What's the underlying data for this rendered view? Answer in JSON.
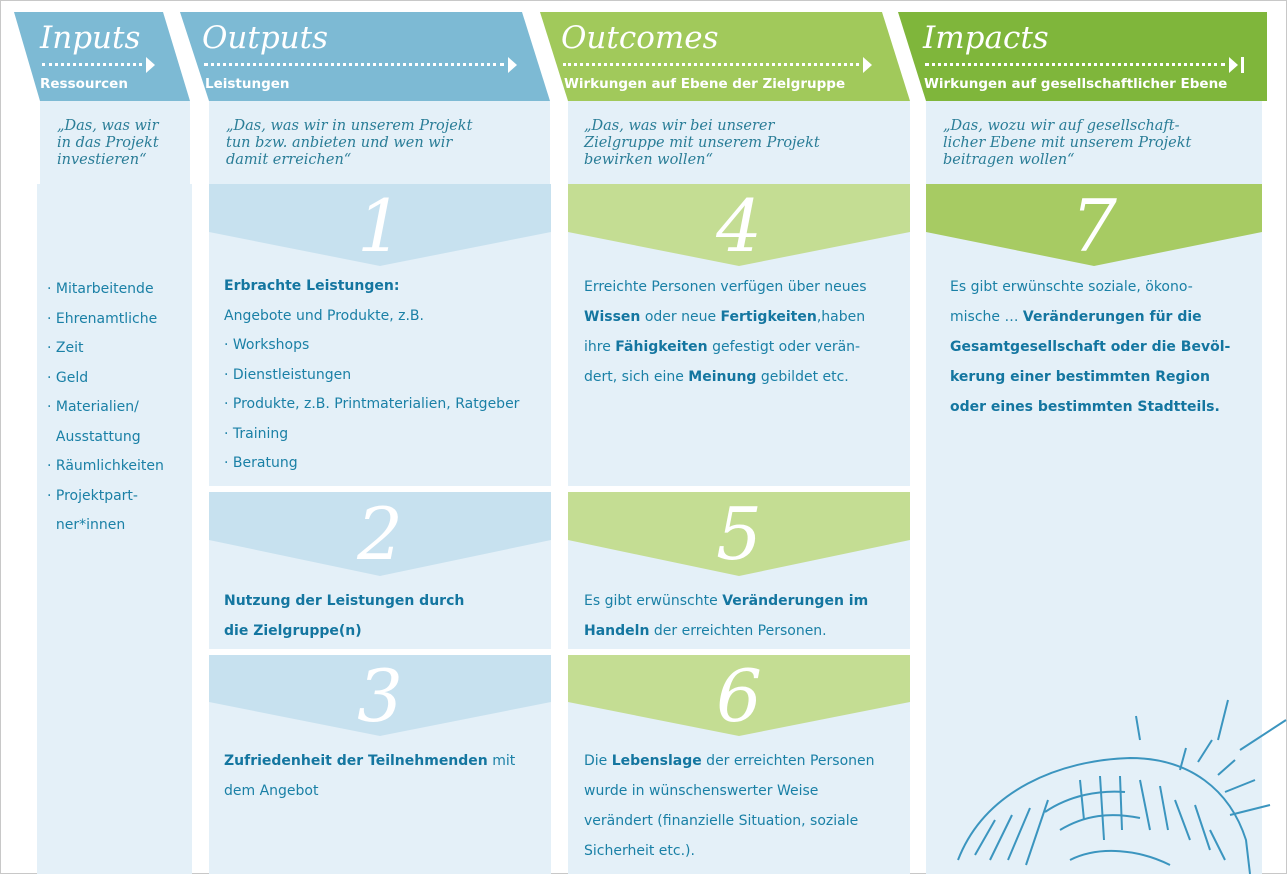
{
  "colors": {
    "blue_header": "#7dbad4",
    "blue_panel": "#e4f0f8",
    "blue_band": "#c7e1ef",
    "green_header1": "#a1c95b",
    "green_header2": "#7fb63b",
    "green_band": "#c4dd93",
    "text": "#1a80a6"
  },
  "columns": [
    {
      "title": "Inputs",
      "subtitle": "Ressourcen",
      "quote": [
        "„Das, was wir",
        "in das Projekt",
        "investieren“"
      ]
    },
    {
      "title": "Outputs",
      "subtitle": "Leistungen",
      "quote": [
        "„Das, was wir in unserem Projekt",
        "tun bzw. anbieten und wen wir",
        "damit erreichen“"
      ]
    },
    {
      "title": "Outcomes",
      "subtitle": "Wirkungen auf Ebene der Zielgruppe",
      "quote": [
        "„Das, was wir bei unserer",
        "Zielgruppe mit unserem Projekt",
        "bewirken wollen“"
      ]
    },
    {
      "title": "Impacts",
      "subtitle": "Wirkungen auf gesellschaftlicher Ebene",
      "quote": [
        "„Das, wozu wir auf gesellschaft-",
        "licher Ebene mit unserem Projekt",
        "beitragen wollen“"
      ]
    }
  ],
  "inputs_list": [
    "· Mitarbeitende",
    "· Ehrenamtliche",
    "· Zeit",
    "· Geld",
    "· Materialien/",
    "  Ausstattung",
    "· Räumlichkeiten",
    "· Projektpart-",
    "  ner*innen"
  ],
  "steps": {
    "s1": {
      "number": "1",
      "heading": "Erbrachte Leistungen:",
      "intro": "Angebote und Produkte, z.B.",
      "items": [
        "· Workshops",
        "· Dienstleistungen",
        "· Produkte, z.B. Printmaterialien, Ratgeber",
        "· Training",
        "· Beratung"
      ]
    },
    "s2": {
      "number": "2",
      "line1": "Nutzung der Leistungen durch",
      "line2": "die Zielgruppe(n)"
    },
    "s3": {
      "number": "3",
      "bold": "Zufriedenheit der Teilnehmenden",
      "rest": " mit",
      "line2": "dem Angebot"
    },
    "s4": {
      "number": "4",
      "l1": "Erreichte Personen verfügen über neues",
      "l2_b1": "Wissen",
      "l2_t1": " oder neue ",
      "l2_b2": "Fertigkeiten",
      "l2_t2": ",haben",
      "l3_t1": "ihre ",
      "l3_b1": "Fähigkeiten",
      "l3_t2": " gefestigt oder verän-",
      "l4_t1": "dert, sich eine ",
      "l4_b1": "Meinung",
      "l4_t2": " gebildet etc."
    },
    "s5": {
      "number": "5",
      "l1_t1": "Es gibt erwünschte ",
      "l1_b1": "Veränderungen im",
      "l2_b1": "Handeln",
      "l2_t1": " der erreichten Personen."
    },
    "s6": {
      "number": "6",
      "l1_t1": "Die ",
      "l1_b1": "Lebenslage",
      "l1_t2": " der erreichten Personen",
      "l2": "wurde in wünschenswerter Weise",
      "l3": "verändert (finanzielle Situation, soziale",
      "l4": "Sicherheit etc.)."
    },
    "s7": {
      "number": "7",
      "l1": "Es gibt erwünschte soziale, ökono-",
      "l2_t1": "mische … ",
      "l2_b1": "Veränderungen für die",
      "l3": "Gesamtgesellschaft oder die Bevöl-",
      "l4": "kerung einer bestimmten Region",
      "l5": "oder eines bestimmten Stadtteils."
    }
  }
}
